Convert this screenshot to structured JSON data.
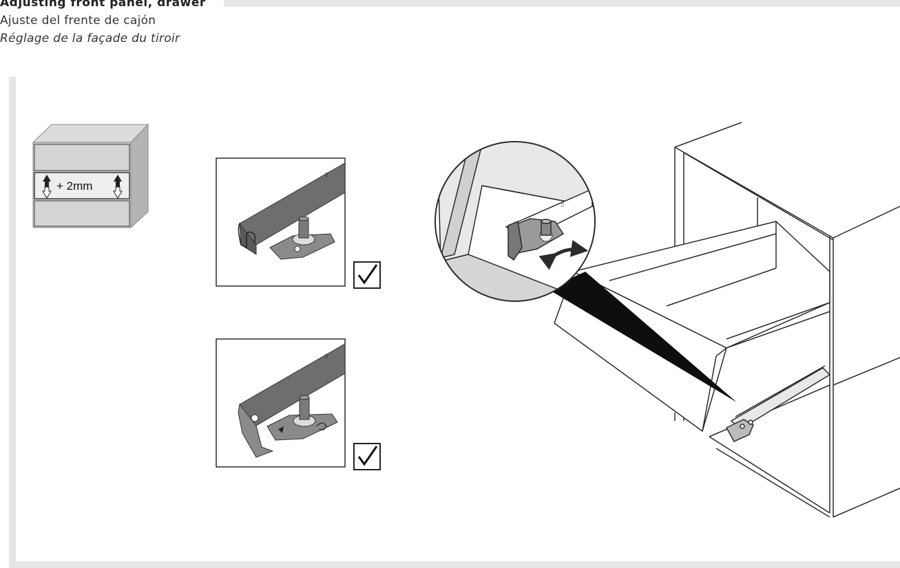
{
  "header": {
    "title_en": "Adjusting front panel, drawer",
    "title_es": "Ajuste del frente de cajón",
    "title_fr": "Réglage de la façade du tiroir"
  },
  "cabinet_icon": {
    "label": "+ 2mm"
  },
  "colors": {
    "frame_gray": "#e6e6e6",
    "rail_gray": "#6e6e6e",
    "cabinet_gray": "#c8c8c8",
    "line": "#2a2a2a"
  }
}
